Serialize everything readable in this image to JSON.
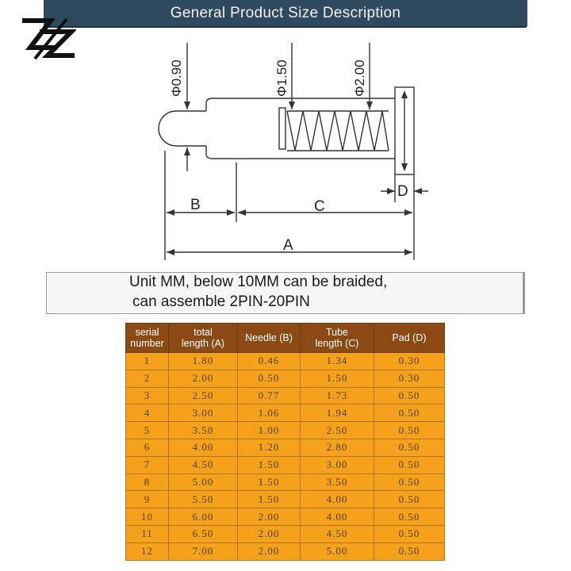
{
  "banner": {
    "title": "General Product Size Description"
  },
  "drawing": {
    "labels": {
      "phi_tip": "Φ0.90",
      "phi_spring": "Φ1.50",
      "phi_pad": "Φ2.00",
      "a": "A",
      "b": "B",
      "c": "C",
      "d": "D"
    }
  },
  "note": {
    "line1": "Unit MM, below 10MM can be braided,",
    "line2": "can assemble 2PIN-20PIN"
  },
  "table": {
    "headers": [
      [
        "serial",
        "number"
      ],
      [
        "total",
        "length (A)"
      ],
      [
        "Needle (B)"
      ],
      [
        "Tube",
        "length (C)"
      ],
      [
        "Pad (D)"
      ]
    ],
    "rows": [
      [
        "1",
        "1.80",
        "0.46",
        "1.34",
        "0.30"
      ],
      [
        "2",
        "2.00",
        "0.50",
        "1.50",
        "0.30"
      ],
      [
        "3",
        "2.50",
        "0.77",
        "1.73",
        "0.50"
      ],
      [
        "4",
        "3.00",
        "1.06",
        "1.94",
        "0.50"
      ],
      [
        "5",
        "3.50",
        "1.00",
        "2.50",
        "0.50"
      ],
      [
        "6",
        "4.00",
        "1.20",
        "2.80",
        "0.50"
      ],
      [
        "7",
        "4.50",
        "1.50",
        "3.00",
        "0.50"
      ],
      [
        "8",
        "5.00",
        "1.50",
        "3.50",
        "0.50"
      ],
      [
        "9",
        "5.50",
        "1.50",
        "4.00",
        "0.50"
      ],
      [
        "10",
        "6.00",
        "2.00",
        "4.00",
        "0.50"
      ],
      [
        "11",
        "6.50",
        "2.00",
        "4.50",
        "0.50"
      ],
      [
        "12",
        "7.00",
        "2.00",
        "5.00",
        "0.50"
      ]
    ]
  },
  "colors": {
    "banner_bg": "#2f4a5e",
    "header_bg": "#8b4a14",
    "cell_bg": "#f4a21c"
  }
}
